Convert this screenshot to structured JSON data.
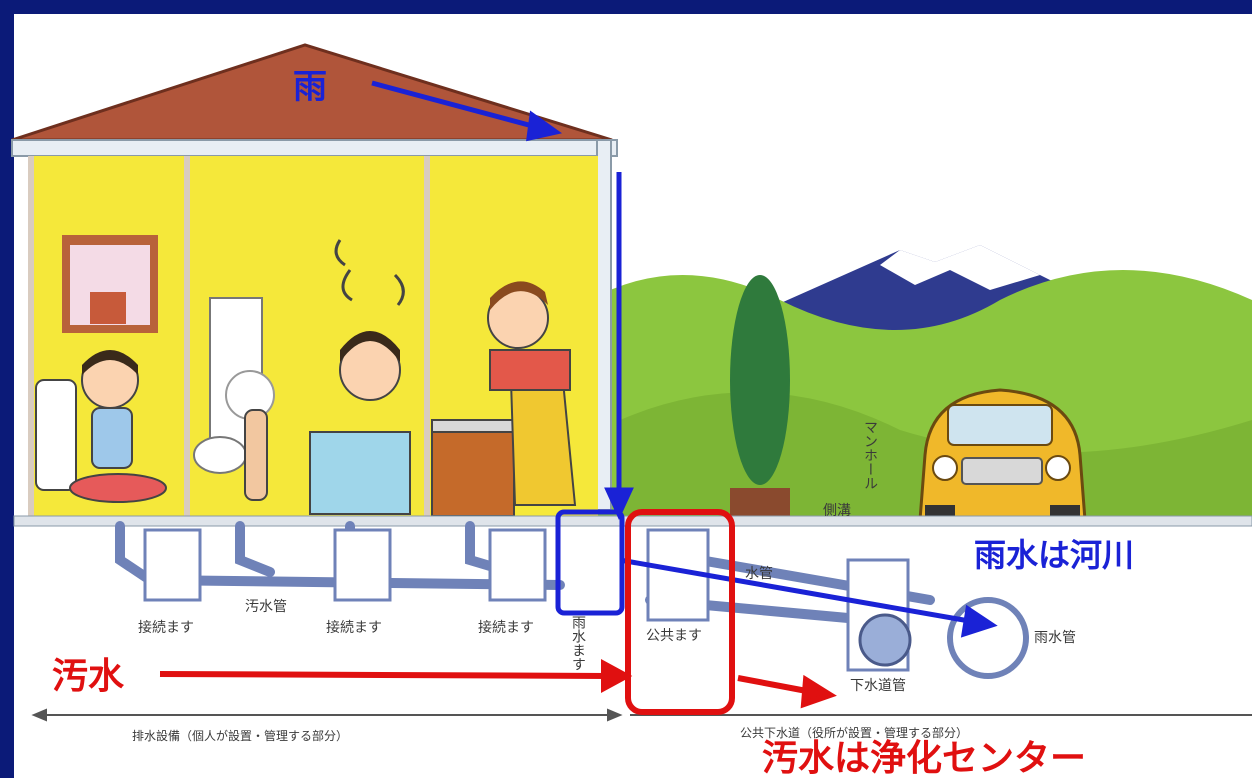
{
  "labels": {
    "rain": "雨",
    "sewage": "汚水",
    "rainwater_to_river": "雨水は河川",
    "sewage_to_center": "汚水は浄化センター"
  },
  "illustration": {
    "connect_box_1": "接続ます",
    "connect_box_2": "接続ます",
    "connect_box_3": "接続ます",
    "sewage_pipe": "汚水管",
    "rainwater_box": "雨水ます",
    "public_box": "公共ます",
    "rainwater_pipe_partial": "水管",
    "rainwater_pipe": "雨水管",
    "sewer_pipe": "下水道管",
    "manhole": "マンホール",
    "side_ditch": "側溝",
    "private_section": "排水設備（個人が設置・管理する部分）",
    "public_section": "公共下水道（役所が設置・管理する部分）"
  },
  "colors": {
    "background": "#0b1a78",
    "rain_path": "#1a22d6",
    "sewage_path": "#e01010",
    "wall": "#f5e83a",
    "roof": "#b0553a",
    "hill": "#8cc63f",
    "pipe": "#6f82b8"
  }
}
